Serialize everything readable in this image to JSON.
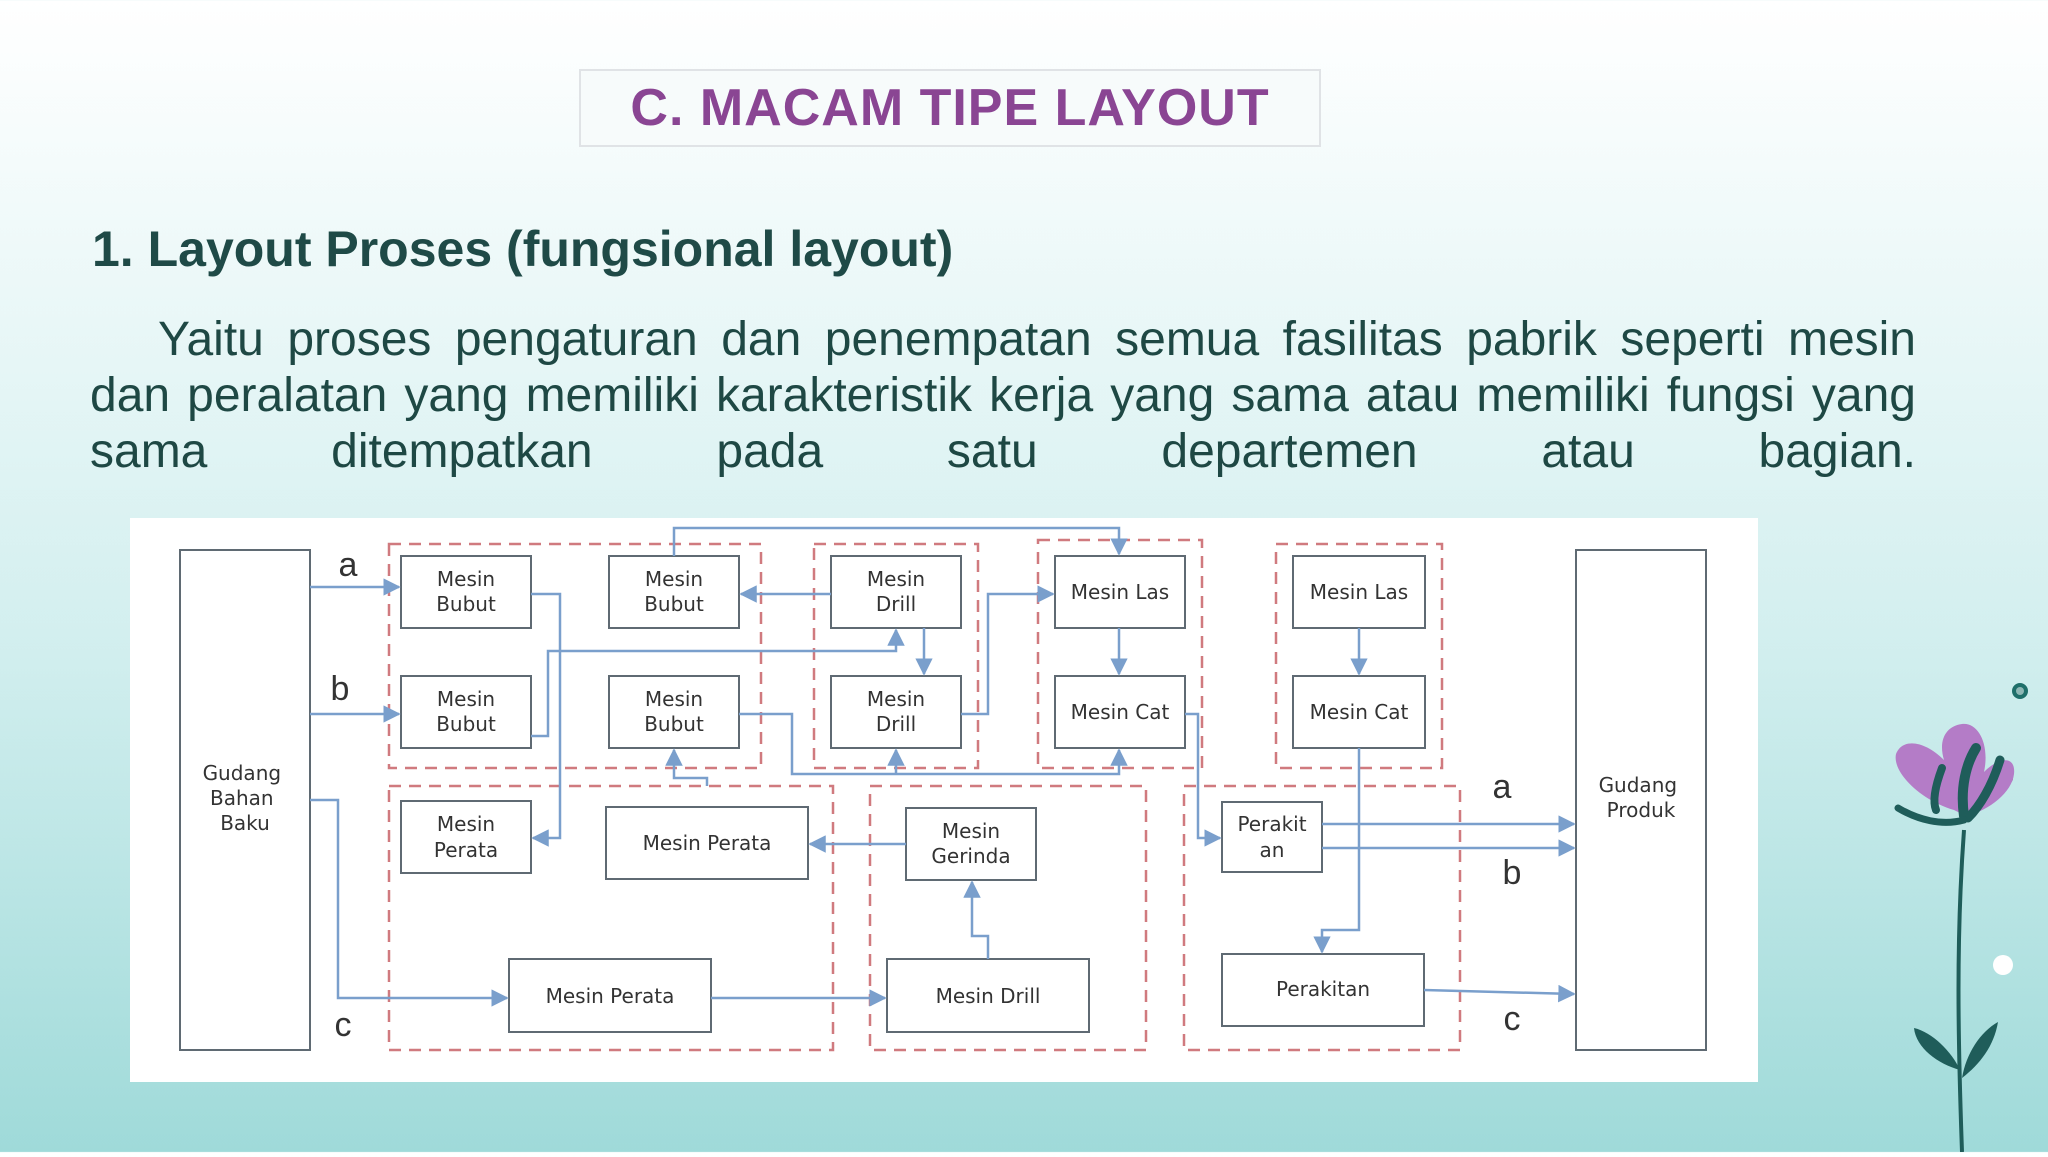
{
  "slide": {
    "title": "C.  MACAM TIPE LAYOUT",
    "heading": "1. Layout Proses (fungsional layout)",
    "paragraph": "Yaitu proses pengaturan dan penempatan semua fasilitas pabrik seperti mesin dan peralatan yang memiliki karakteristik kerja yang sama atau memiliki fungsi yang sama ditempatkan pada satu departemen atau bagian."
  },
  "diagram": {
    "gudang_bahan_baku": [
      "Gudang",
      "Bahan",
      "Baku"
    ],
    "gudang_produk": [
      "Gudang",
      "Produk"
    ],
    "left_labels": {
      "a": "a",
      "b": "b",
      "c": "c"
    },
    "right_labels": {
      "a": "a",
      "b": "b",
      "c": "c"
    },
    "bubut_1": [
      "Mesin",
      "Bubut"
    ],
    "bubut_2": [
      "Mesin",
      "Bubut"
    ],
    "bubut_3": [
      "Mesin",
      "Bubut"
    ],
    "bubut_4": [
      "Mesin",
      "Bubut"
    ],
    "drill_1": [
      "Mesin",
      "Drill"
    ],
    "drill_2": [
      "Mesin",
      "Drill"
    ],
    "las_1": "Mesin Las",
    "cat_1": "Mesin Cat",
    "las_2": "Mesin Las",
    "cat_2": "Mesin Cat",
    "perata_1": [
      "Mesin",
      "Perata"
    ],
    "perata_2": "Mesin Perata",
    "perata_3": "Mesin Perata",
    "gerinda": [
      "Mesin",
      "Gerinda"
    ],
    "drill_3": "Mesin Drill",
    "perakitan_1": [
      "Perakit",
      "an"
    ],
    "perakitan_2": "Perakitan"
  },
  "colors": {
    "title": "#8a4593",
    "heading": "#1f4a47",
    "department_border": "#d07a7f",
    "flow_arrow": "#7a9fcc",
    "flower": "#b47cc7",
    "stem": "#1f5d5a"
  },
  "icons": {
    "decoration": "flower-icon"
  }
}
